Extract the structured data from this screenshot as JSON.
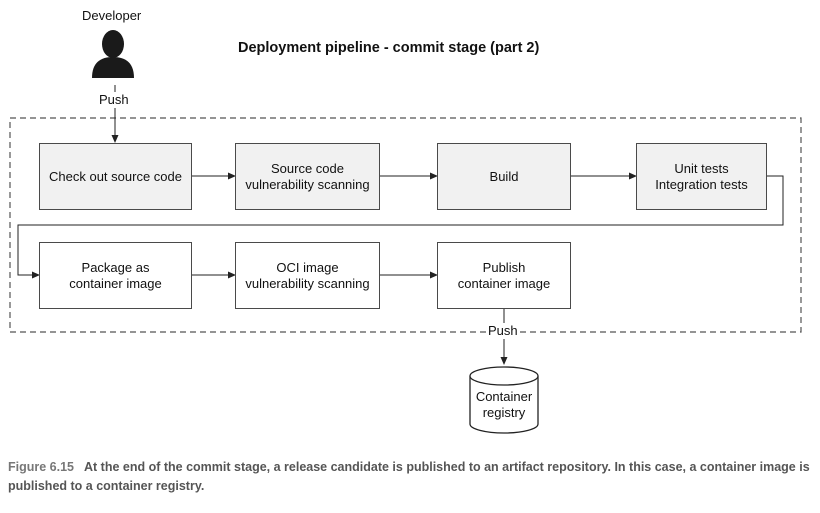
{
  "developer": {
    "label": "Developer",
    "icon": "person-silhouette-icon"
  },
  "title": "Deployment pipeline - commit stage (part 2)",
  "push_top": "Push",
  "push_bottom": "Push",
  "steps": {
    "checkout": [
      "Check out source code"
    ],
    "source_scan": [
      "Source code",
      "vulnerability scanning"
    ],
    "build": [
      "Build"
    ],
    "tests": [
      "Unit tests",
      "Integration tests"
    ],
    "package": [
      "Package as",
      "container image"
    ],
    "oci_scan": [
      "OCI image",
      "vulnerability scanning"
    ],
    "publish": [
      "Publish",
      "container image"
    ]
  },
  "registry": [
    "Container",
    "registry"
  ],
  "caption": {
    "figure": "Figure 6.15",
    "text": "At the end of the commit stage, a release candidate is published to an artifact repository. In this case, a container image is published to a container registry."
  },
  "colors": {
    "shaded_box": "#f1f1f1",
    "line": "#4a4a4a",
    "caption": "#555555"
  }
}
